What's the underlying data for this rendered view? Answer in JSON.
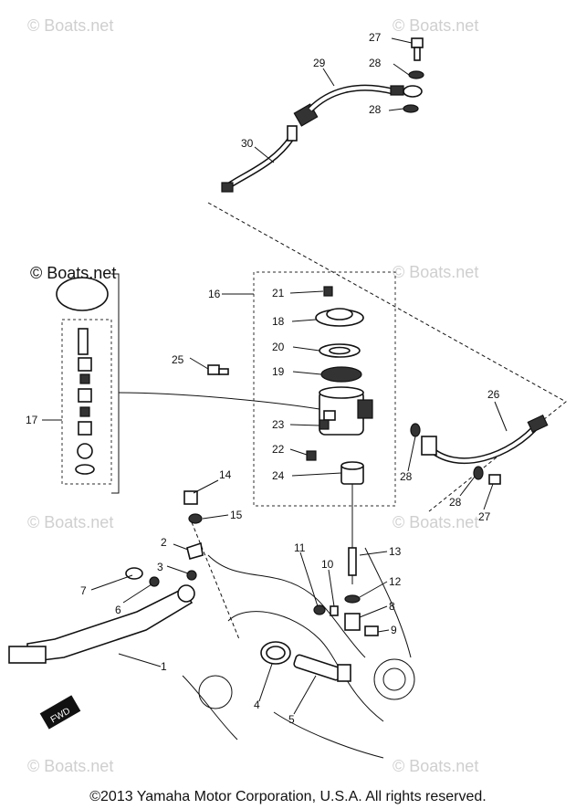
{
  "watermark": "© Boats.net",
  "watermark_overlay": "© Boats.net",
  "copyright": "©2013 Yamaha Motor Corporation, U.S.A. All rights reserved.",
  "fwd_label": "FWD",
  "labels": {
    "p1": "1",
    "p2": "2",
    "p3": "3",
    "p4": "4",
    "p5": "5",
    "p6": "6",
    "p7": "7",
    "p8": "8",
    "p9": "9",
    "p10": "10",
    "p11": "11",
    "p12": "12",
    "p13": "13",
    "p14": "14",
    "p15": "15",
    "p16": "16",
    "p17": "17",
    "p18": "18",
    "p19": "19",
    "p20": "20",
    "p21": "21",
    "p22": "22",
    "p23": "23",
    "p24": "24",
    "p25": "25",
    "p26": "26",
    "p27a": "27",
    "p27b": "27",
    "p28a": "28",
    "p28b": "28",
    "p28c": "28",
    "p28d": "28",
    "p29": "29",
    "p30": "30"
  }
}
